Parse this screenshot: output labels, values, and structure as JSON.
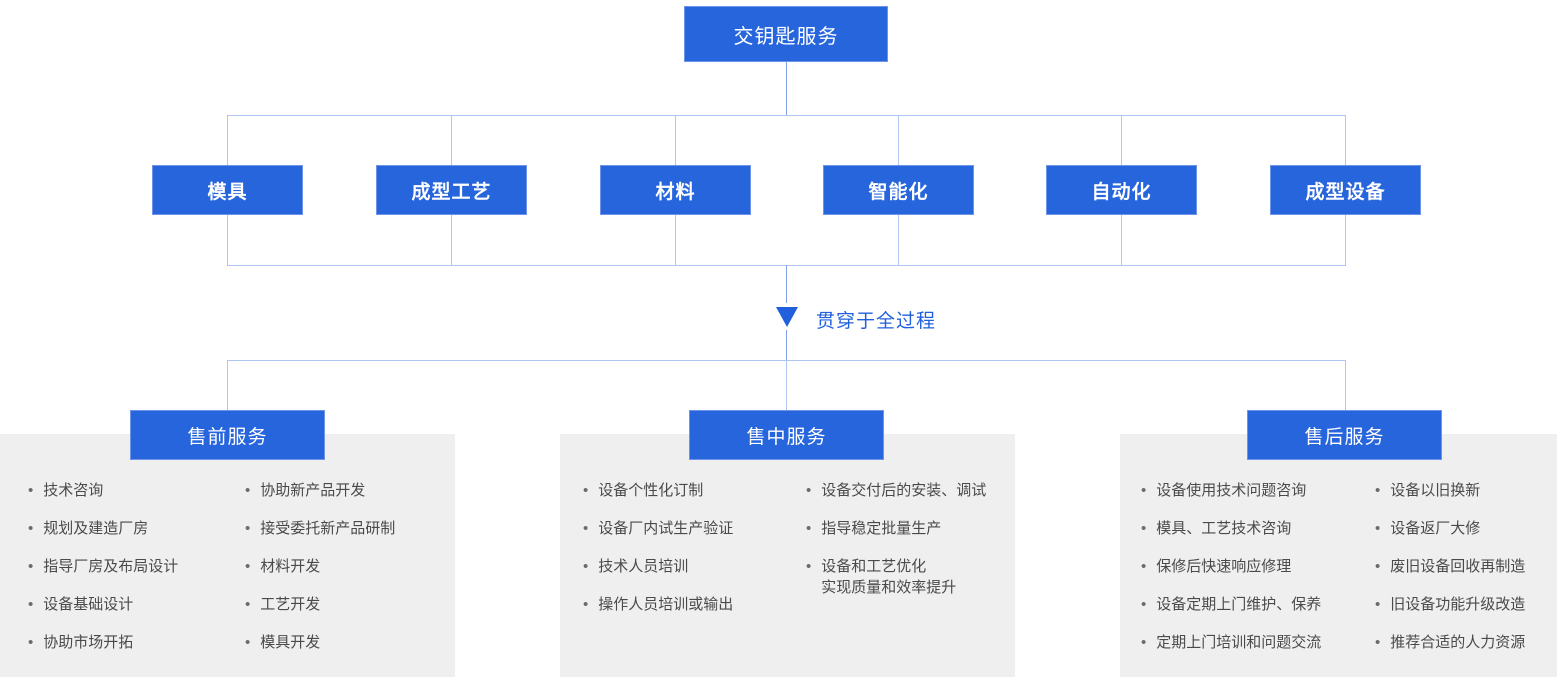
{
  "root": {
    "label": "交钥匙服务"
  },
  "branches": [
    {
      "label": "模具"
    },
    {
      "label": "成型工艺"
    },
    {
      "label": "材料"
    },
    {
      "label": "智能化"
    },
    {
      "label": "自动化"
    },
    {
      "label": "成型设备"
    }
  ],
  "process_note": {
    "label": "贯穿于全过程",
    "arrow_icon": "triangle-down"
  },
  "sections": [
    {
      "title": "售前服务",
      "columns": [
        [
          "技术咨询",
          "规划及建造厂房",
          "指导厂房及布局设计",
          "设备基础设计",
          "协助市场开拓"
        ],
        [
          "协助新产品开发",
          "接受委托新产品研制",
          "材料开发",
          "工艺开发",
          "模具开发"
        ]
      ]
    },
    {
      "title": "售中服务",
      "columns": [
        [
          "设备个性化订制",
          "设备厂内试生产验证",
          "技术人员培训",
          "操作人员培训或输出"
        ],
        [
          "设备交付后的安装、调试",
          "指导稳定批量生产",
          "设备和工艺优化\n实现质量和效率提升"
        ]
      ]
    },
    {
      "title": "售后服务",
      "columns": [
        [
          "设备使用技术问题咨询",
          "模具、工艺技术咨询",
          "保修后快速响应修理",
          "设备定期上门维护、保养",
          "定期上门培训和问题交流"
        ],
        [
          "设备以旧换新",
          "设备返厂大修",
          "废旧设备回收再制造",
          "旧设备功能升级改造",
          "推荐合适的人力资源"
        ]
      ]
    }
  ],
  "colors": {
    "accent": "#2765DC",
    "accent_edge": "#6F93E8",
    "note_blue": "#2160DD",
    "connector": "#B0C6F2",
    "stem": "#7F9FE9",
    "panel_bg": "#EFEFEF",
    "list_text": "#4A4A4A"
  }
}
